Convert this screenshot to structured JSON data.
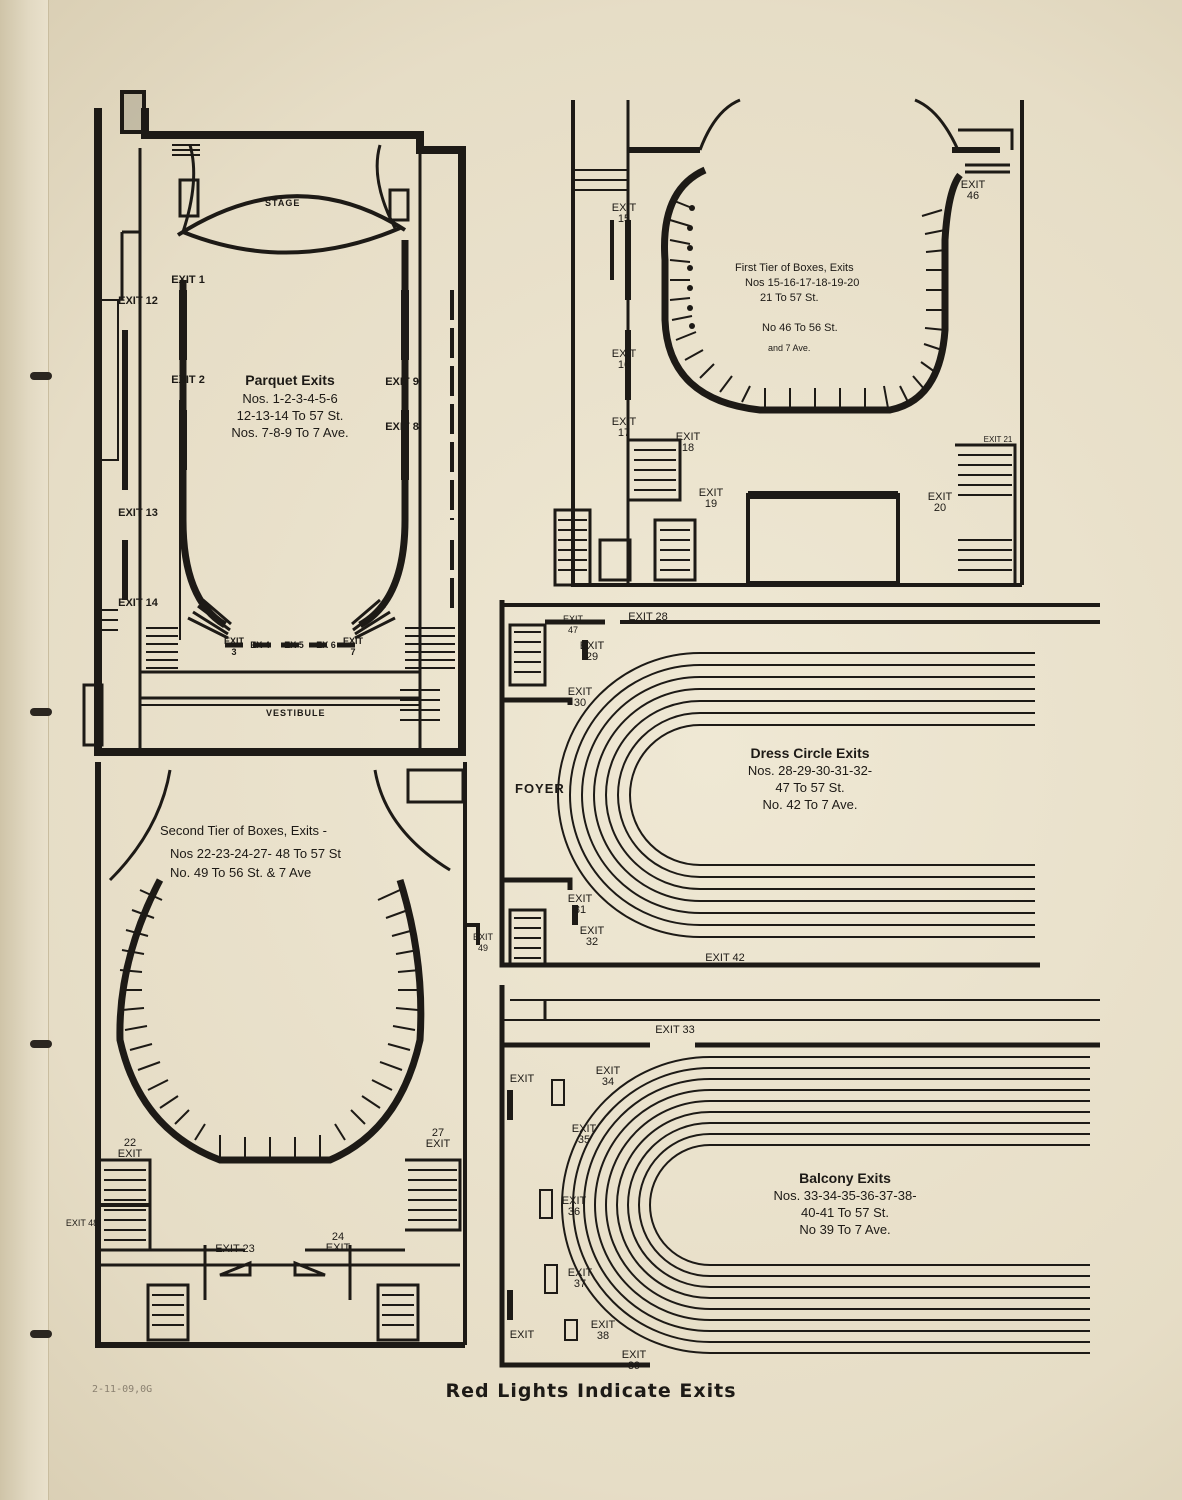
{
  "caption": "Red Lights Indicate Exits",
  "pencil_note": "2-11-09,0G",
  "parquet": {
    "title": "Parquet Exits",
    "line1": "Nos. 1-2-3-4-5-6",
    "line2": "12-13-14 To 57 St.",
    "line3": "Nos. 7-8-9 To 7 Ave.",
    "stage": "STAGE",
    "vestibule": "VESTIBULE",
    "exits": {
      "e1": "EXIT 1",
      "e2": "EXIT 2",
      "e3": "EXIT 3",
      "e4": "EX 4",
      "e5": "EX 5",
      "e6": "EX 6",
      "e7": "EXIT 7",
      "e8": "EXIT 8",
      "e9": "EXIT 9",
      "e12": "EXIT 12",
      "e13": "EXIT 13",
      "e14": "EXIT 14"
    }
  },
  "first_tier": {
    "title": "First Tier of Boxes, Exits",
    "line1": "Nos 15-16-17-18-19-20",
    "line2": "21 To 57 St.",
    "line3": "No 46 To 56 St.",
    "line4": "and 7 Ave.",
    "exits": {
      "e15": "EXIT 15",
      "e16": "EXIT 16",
      "e17": "EXIT 17",
      "e18": "EXIT 18",
      "e19": "EXIT 19",
      "e20": "EXIT 20",
      "e21": "EXIT 21",
      "e46": "EXIT 46"
    }
  },
  "second_tier": {
    "title": "Second Tier of Boxes, Exits -",
    "line1": "Nos 22-23-24-27- 48 To 57 St",
    "line2": "No. 49 To 56 St. & 7 Ave",
    "exits": {
      "e22": "22 EXIT",
      "e23": "EXIT 23",
      "e24": "24 EXIT",
      "e27": "27 EXIT",
      "e48": "EXIT 48",
      "e49": "EXIT 49"
    }
  },
  "dress_circle": {
    "title": "Dress Circle Exits",
    "line1": "Nos. 28-29-30-31-32-",
    "line2": "47 To 57 St.",
    "line3": "No. 42 To 7 Ave.",
    "foyer": "FOYER",
    "exits": {
      "e28": "EXIT 28",
      "e29": "EXIT 29",
      "e30": "EXIT 30",
      "e31": "EXIT 31",
      "e32": "EXIT 32",
      "e42": "EXIT 42",
      "e47": "EXIT 47"
    }
  },
  "balcony": {
    "title": "Balcony Exits",
    "line1": "Nos. 33-34-35-36-37-38-",
    "line2": "40-41 To 57 St.",
    "line3": "No 39 To 7 Ave.",
    "exits": {
      "e33": "EXIT 33",
      "e34": "EXIT 34",
      "e35": "EXIT 35",
      "e36": "EXIT 36",
      "e37": "EXIT 37",
      "e38": "EXIT 38",
      "e39": "EXIT 39",
      "e40": "EXIT",
      "e41": "EXIT"
    }
  }
}
